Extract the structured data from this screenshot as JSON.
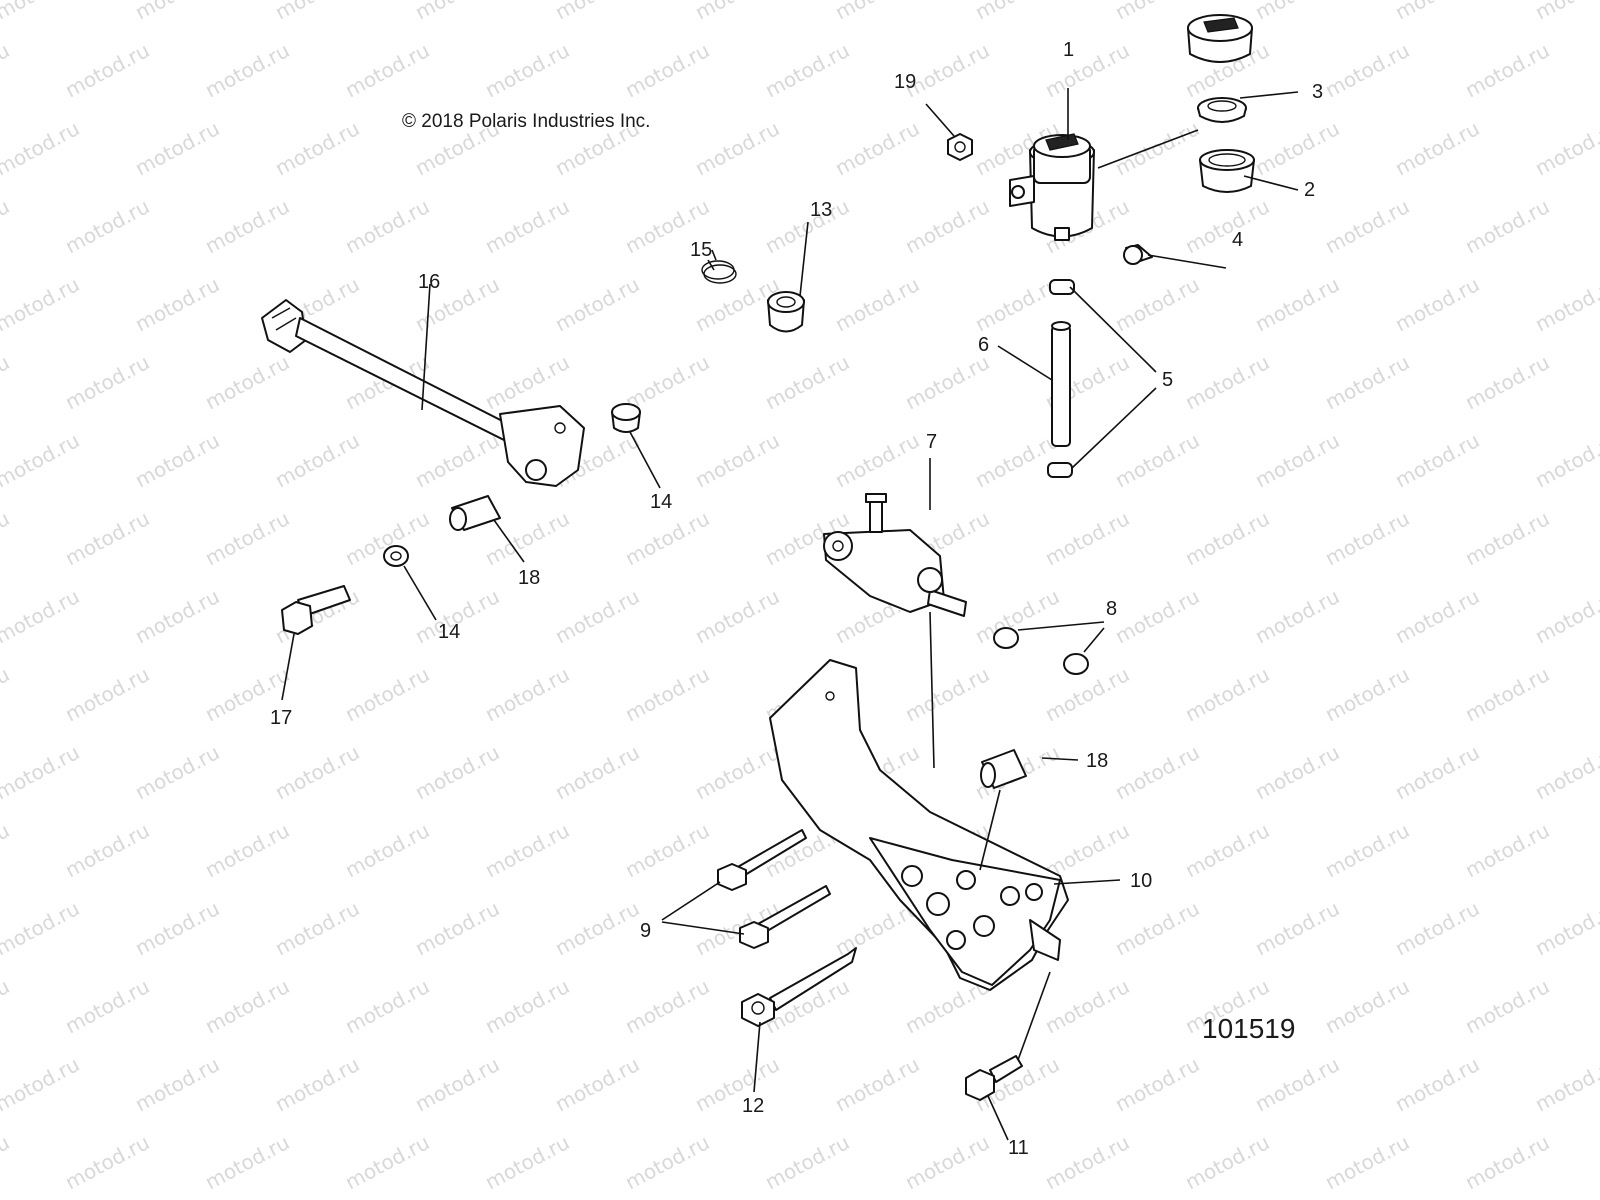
{
  "copyright": "© 2018 Polaris Industries Inc.",
  "figure_number": "101519",
  "watermark_text": "motod.ru",
  "callouts": [
    "1",
    "2",
    "3",
    "4",
    "5",
    "6",
    "7",
    "8",
    "9",
    "10",
    "11",
    "12",
    "13",
    "14",
    "14",
    "15",
    "16",
    "17",
    "18",
    "18",
    "19"
  ]
}
